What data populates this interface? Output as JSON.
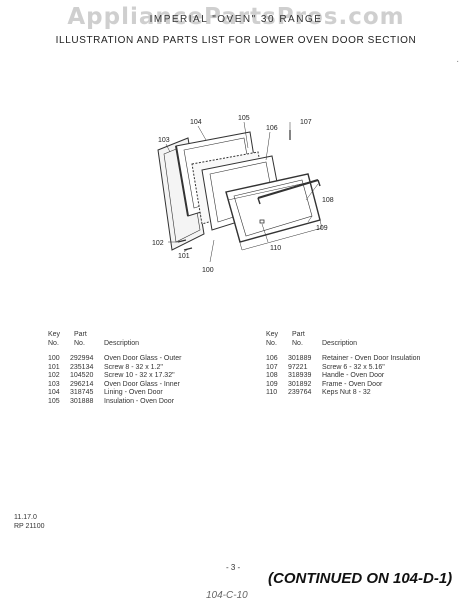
{
  "watermark": "AppliancePartsPros.com",
  "header": {
    "title_line1": "IMPERIAL \"OVEN\" 30 RANGE",
    "title_line2": "ILLUSTRATION AND PARTS LIST FOR LOWER OVEN DOOR SECTION"
  },
  "diagram": {
    "callouts": [
      "100",
      "101",
      "102",
      "103",
      "104",
      "105",
      "106",
      "107",
      "108",
      "109",
      "110"
    ]
  },
  "table_headers": {
    "key_line1": "Key",
    "key_line2": "No.",
    "part_line1": "Part",
    "part_line2": "No.",
    "description": "Description"
  },
  "parts_left": [
    {
      "key": "100",
      "part": "292994",
      "desc": "Oven Door Glass - Outer"
    },
    {
      "key": "101",
      "part": "235134",
      "desc": "Screw 8 - 32 x 1.2\""
    },
    {
      "key": "102",
      "part": "104520",
      "desc": "Screw 10 - 32 x 17.32\""
    },
    {
      "key": "103",
      "part": "296214",
      "desc": "Oven Door Glass - Inner"
    },
    {
      "key": "104",
      "part": "318745",
      "desc": "Lining - Oven Door"
    },
    {
      "key": "105",
      "part": "301888",
      "desc": "Insulation - Oven Door"
    }
  ],
  "parts_right": [
    {
      "key": "106",
      "part": "301889",
      "desc": "Retainer - Oven Door Insulation"
    },
    {
      "key": "107",
      "part": "97221",
      "desc": "Screw 6 - 32 x 5.16\""
    },
    {
      "key": "108",
      "part": "318939",
      "desc": "Handle - Oven Door"
    },
    {
      "key": "109",
      "part": "301892",
      "desc": "Frame - Oven Door"
    },
    {
      "key": "110",
      "part": "239764",
      "desc": "Keps Nut 8 - 32"
    }
  ],
  "footer": {
    "code_line1": "11.17.0",
    "code_line2": "RP 21100",
    "page_number": "- 3 -",
    "continued": "(CONTINUED ON 104-D-1)",
    "handwritten": "104-C-10",
    "corner_mark": "·"
  }
}
